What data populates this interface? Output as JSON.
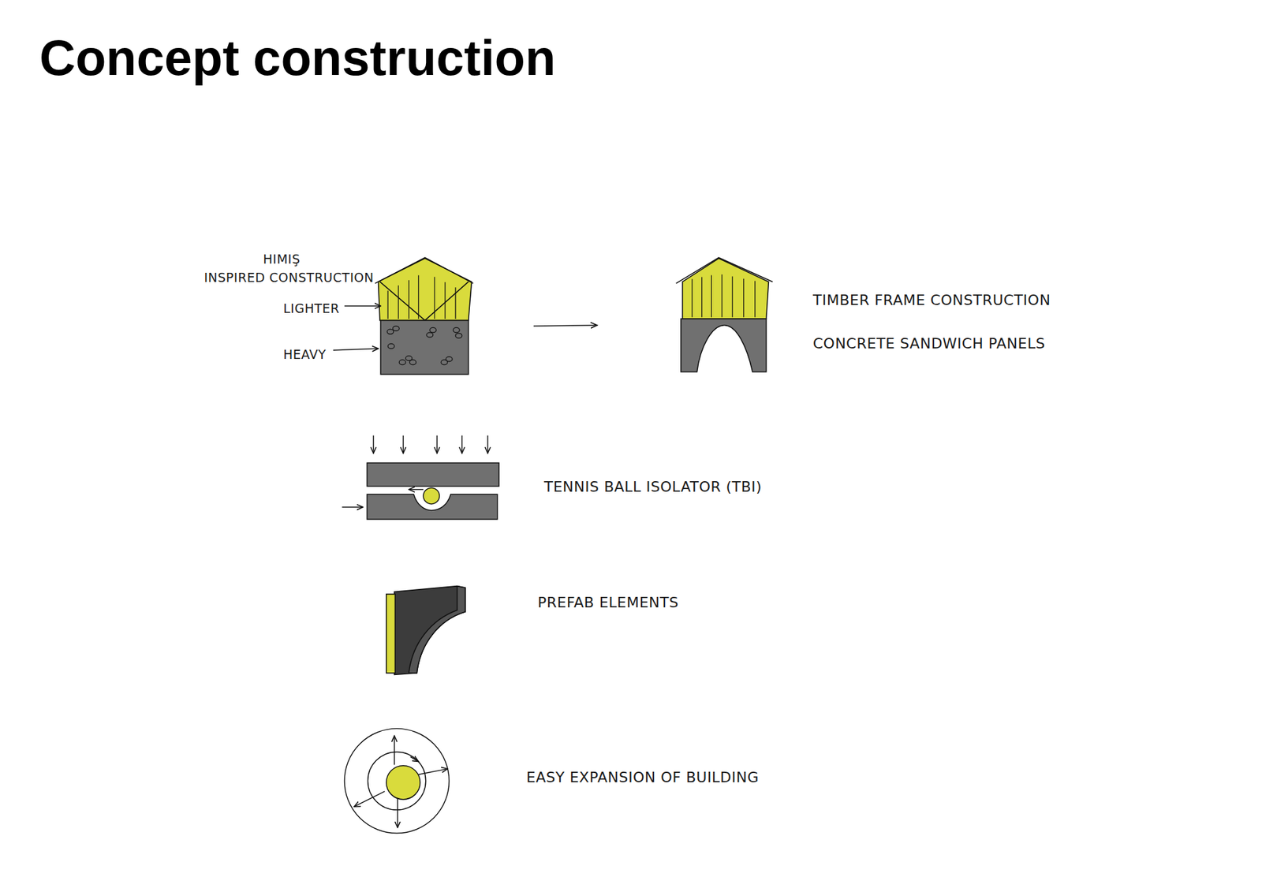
{
  "diagram": {
    "title": "Concept construction",
    "labels": [
      "HIMIŞ",
      "INSPIRED CONSTRUCTION",
      "LIGHTER",
      "HEAVY",
      "TIMBER FRAME CONSTRUCTION",
      "CONCRETE SANDWICH PANELS",
      "TENNIS BALL ISOLATOR (TBI)",
      "PREFAB ELEMENTS",
      "EASY EXPANSION OF BUILDING"
    ]
  }
}
